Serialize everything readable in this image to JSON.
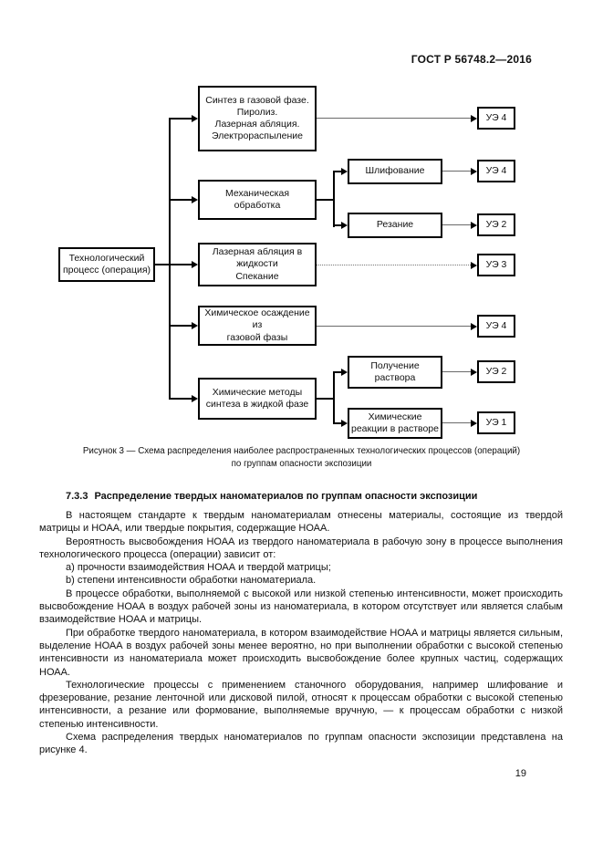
{
  "header": {
    "doc_code": "ГОСТ Р 56748.2—2016"
  },
  "colors": {
    "box_border": "#000000",
    "connector_line": "#6a6a6a",
    "background": "#ffffff",
    "text": "#111111"
  },
  "icons": {
    "arrowhead": "filled-right-triangle"
  },
  "figure": {
    "source_label": "Технологический\nпроцесс (операция)",
    "p1": {
      "label": "Синтез в газовой фазе.\nПиролиз.\nЛазерная абляция.\nЭлектрораспыление",
      "ue": "УЭ 4"
    },
    "p2": {
      "label": "Механическая\nобработка"
    },
    "p2s1": {
      "label": "Шлифование",
      "ue": "УЭ 4"
    },
    "p2s2": {
      "label": "Резание",
      "ue": "УЭ 2"
    },
    "p3": {
      "label": "Лазерная абляция в\nжидкости\nСпекание",
      "ue": "УЭ 3"
    },
    "p4": {
      "label": "Химическое осаждение из\nгазовой фазы",
      "ue": "УЭ 4"
    },
    "p5": {
      "label": "Химические методы\nсинтеза в жидкой фазе"
    },
    "p5s1": {
      "label": "Получение\nраствора",
      "ue": "УЭ 2"
    },
    "p5s2": {
      "label": "Химические\nреакции в растворе",
      "ue": "УЭ 1"
    },
    "caption_line1": "Рисунок 3 — Схема распределения наиболее распространенных технологических процессов (операций)",
    "caption_line2": "по группам опасности экспозиции"
  },
  "section": {
    "heading_number": "7.3.3",
    "heading_text": "Распределение твердых наноматериалов по группам опасности экспозиции",
    "paragraphs": [
      "В настоящем стандарте к твердым наноматериалам отнесены материалы, состоящие из твердой матрицы и НОАА, или твердые покрытия, содержащие НОАА.",
      "Вероятность высвобождения НОАА из твердого наноматериала в рабочую зону в процессе выполнения технологического процесса (операции) зависит от:",
      "a) прочности взаимодействия НОАА и твердой матрицы;",
      "b) степени интенсивности обработки наноматериала.",
      "В процессе обработки, выполняемой с высокой или низкой степенью интенсивности, может происходить высвобождение НОАА в воздух рабочей зоны из наноматериала, в котором отсутствует или является слабым взаимодействие НОАА и матрицы.",
      "При обработке твердого наноматериала, в котором взаимодействие НОАА и матрицы является сильным, выделение НОАА в воздух рабочей зоны менее вероятно, но при выполнении обработки с высокой степенью интенсивности из наноматериала может происходить высвобождение более крупных частиц, содержащих НОАА.",
      "Технологические процессы с применением станочного оборудования, например шлифование и фрезерование, резание ленточной или дисковой пилой, относят к процессам обработки с высокой степенью интенсивности, а резание или формование, выполняемые вручную, — к процессам обработки с низкой степенью интенсивности.",
      "Схема распределения твердых наноматериалов по группам опасности экспозиции представлена на рисунке 4."
    ]
  },
  "footer": {
    "page_number": "19"
  }
}
